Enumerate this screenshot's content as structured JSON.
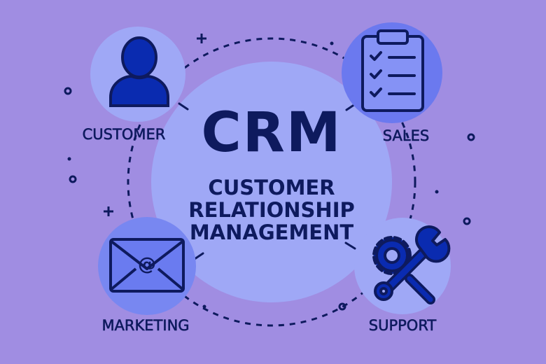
{
  "title": "CRM",
  "subtitle": [
    "CUSTOMER",
    "RELATIONSHIP",
    "MANAGEMENT"
  ],
  "nodes": {
    "customer": "CUSTOMER",
    "sales": "SALES",
    "marketing": "MARKETING",
    "support": "SUPPORT"
  },
  "colors": {
    "background": "#a08de2",
    "circle": "#9fa8f6",
    "text": "#0e1a5e",
    "icon": "#0a2bb0"
  }
}
